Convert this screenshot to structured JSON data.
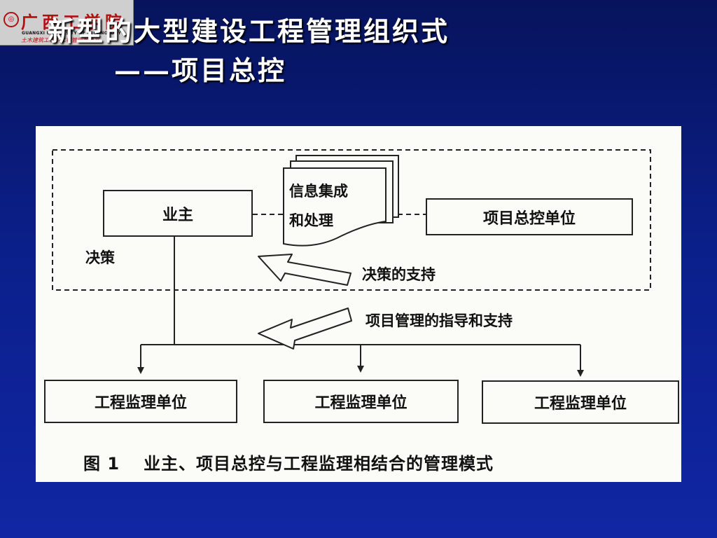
{
  "header": {
    "logo_main": "广西工学院",
    "logo_english": "GUANGXI UNIVERSITY OF TECHNOLOGY",
    "logo_sub": "土木建筑工程系工程管理教研室",
    "title_line1": "新型的大型建设工程管理组织式",
    "title_line2": "——项目总控"
  },
  "diagram": {
    "owner": "业主",
    "info_line1": "信息集成",
    "info_line2": "和处理",
    "project_control": "项目总控单位",
    "decision_label": "决策",
    "decision_support": "决策的支持",
    "pm_guidance": "项目管理的指导和支持",
    "supervisors": [
      "工程监理单位",
      "工程监理单位",
      "工程监理单位"
    ],
    "caption_num": "图 1",
    "caption_text": "业主、项目总控与工程监理相结合的管理模式"
  }
}
